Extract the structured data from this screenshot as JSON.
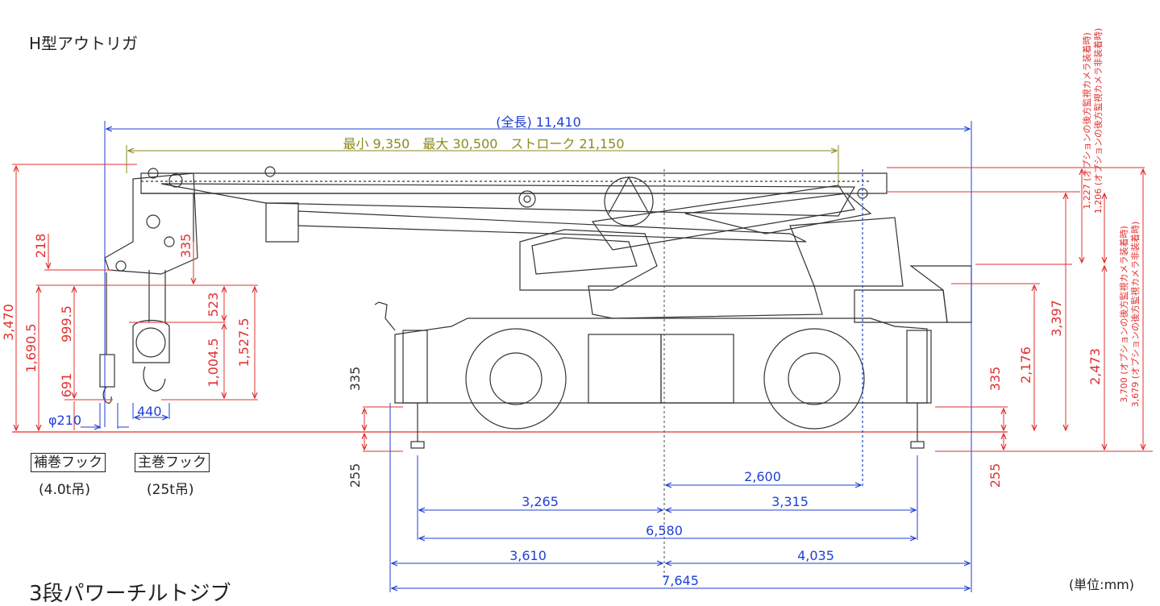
{
  "title": "H型アウトリガ",
  "unit": "(単位:mm)",
  "footer_text": "3段パワーチルトジブ",
  "hooks": [
    {
      "label": "補巻フック",
      "capacity": "(4.0t吊)"
    },
    {
      "label": "主巻フック",
      "capacity": "(25t吊)"
    }
  ],
  "colors": {
    "blue": "#1f3fd6",
    "red": "#e0302e",
    "olive": "#8a8a1e",
    "line": "#333333"
  },
  "dims": {
    "overall_length": "(全長) 11,410",
    "boom_stroke": "最小 9,350　最大 30,500　ストローク 21,150",
    "d_2600": "2,600",
    "d_3265": "3,265",
    "d_3315": "3,315",
    "d_6580": "6,580",
    "d_3610": "3,610",
    "d_4035": "4,035",
    "d_7645": "7,645",
    "d_phi210": "φ210",
    "d_440": "440",
    "d_3470": "3,470",
    "d_218": "218",
    "d_16905": "1,690.5",
    "d_9995": "999.5",
    "d_691": "691",
    "d_335_top": "335",
    "d_523": "523",
    "d_10045": "1,004.5",
    "d_15275": "1,527.5",
    "d_335_left": "335",
    "d_255_left": "255",
    "d_335_right": "335",
    "d_255_right": "255",
    "d_2176": "2,176",
    "d_3397": "3,397",
    "d_2473": "2,473",
    "d_1227": "1,227 (オプションの後方監視カメラ装着時)",
    "d_1206": "1,206 (オプションの後方監視カメラ非装着時)",
    "d_3700": "3,700 (オプションの後方監視カメラ装着時)",
    "d_3679": "3,679 (オプションの後方監視カメラ非装着時)"
  }
}
